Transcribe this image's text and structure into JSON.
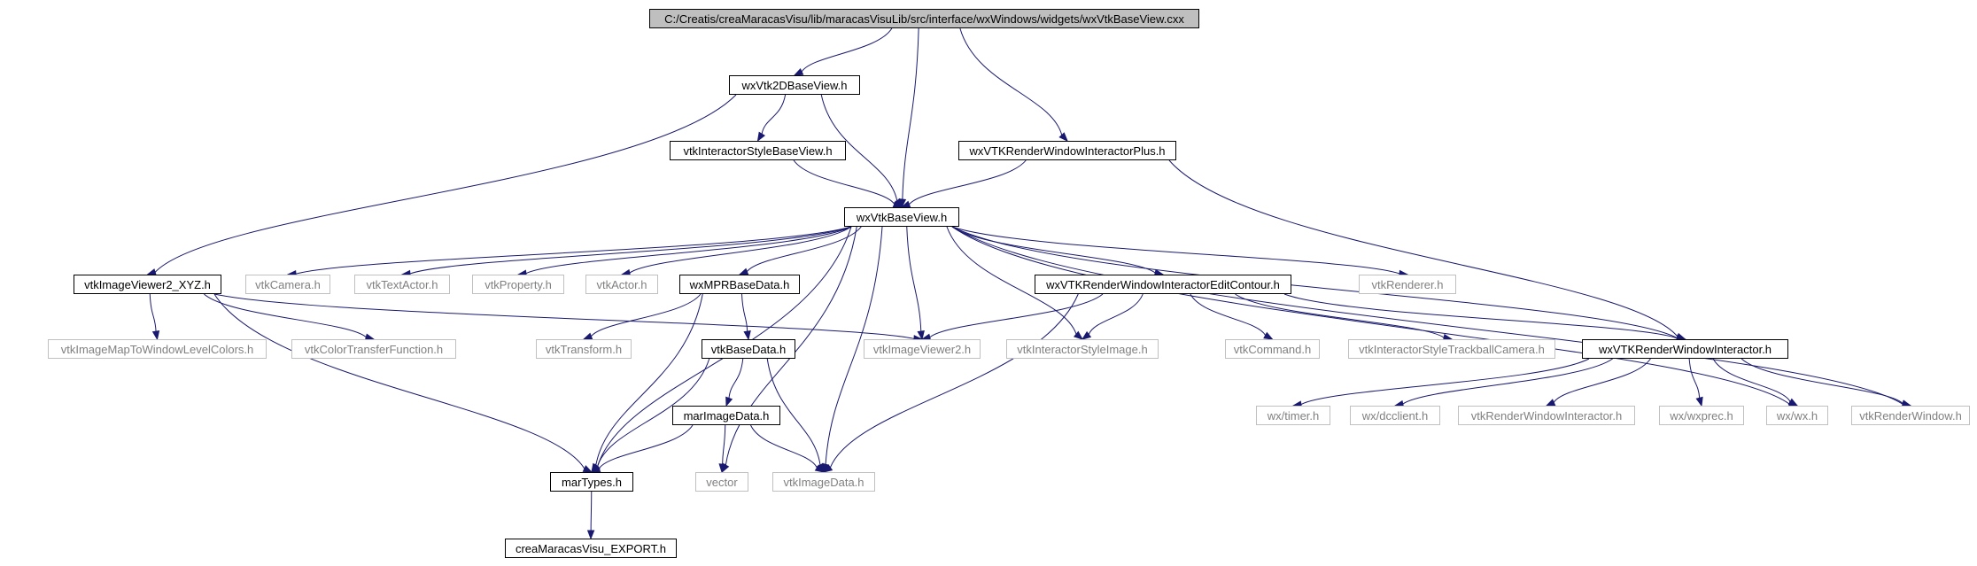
{
  "colors": {
    "edge": "#191970",
    "documented_border": "#000000",
    "external_border": "#c0c0c0",
    "external_text": "#808080",
    "root_fill": "#bfbfbf"
  },
  "nodes": {
    "root": {
      "label": "C:/Creatis/creaMaracasVisu/lib/maracasVisuLib/src/interface/wxWindows/widgets/wxVtkBaseView.cxx",
      "kind": "root"
    },
    "wx2d": {
      "label": "wxVtk2DBaseView.h",
      "kind": "doc"
    },
    "isbv": {
      "label": "vtkInteractorStyleBaseView.h",
      "kind": "doc"
    },
    "rwip": {
      "label": "wxVTKRenderWindowInteractorPlus.h",
      "kind": "doc"
    },
    "bv": {
      "label": "wxVtkBaseView.h",
      "kind": "doc"
    },
    "ivxyz": {
      "label": "vtkImageViewer2_XYZ.h",
      "kind": "doc"
    },
    "cam": {
      "label": "vtkCamera.h",
      "kind": "ext"
    },
    "ta": {
      "label": "vtkTextActor.h",
      "kind": "ext"
    },
    "prop": {
      "label": "vtkProperty.h",
      "kind": "ext"
    },
    "act": {
      "label": "vtkActor.h",
      "kind": "ext"
    },
    "mpr": {
      "label": "wxMPRBaseData.h",
      "kind": "doc"
    },
    "rwiec": {
      "label": "wxVTKRenderWindowInteractorEditContour.h",
      "kind": "doc"
    },
    "ren": {
      "label": "vtkRenderer.h",
      "kind": "ext"
    },
    "imtw": {
      "label": "vtkImageMapToWindowLevelColors.h",
      "kind": "ext"
    },
    "ctf": {
      "label": "vtkColorTransferFunction.h",
      "kind": "ext"
    },
    "tr": {
      "label": "vtkTransform.h",
      "kind": "ext"
    },
    "bd": {
      "label": "vtkBaseData.h",
      "kind": "doc"
    },
    "iv2": {
      "label": "vtkImageViewer2.h",
      "kind": "ext"
    },
    "isi": {
      "label": "vtkInteractorStyleImage.h",
      "kind": "ext"
    },
    "cmd": {
      "label": "vtkCommand.h",
      "kind": "ext"
    },
    "istc": {
      "label": "vtkInteractorStyleTrackballCamera.h",
      "kind": "ext"
    },
    "rwi": {
      "label": "wxVTKRenderWindowInteractor.h",
      "kind": "doc"
    },
    "mid": {
      "label": "marImageData.h",
      "kind": "doc"
    },
    "timer": {
      "label": "wx/timer.h",
      "kind": "ext"
    },
    "dcc": {
      "label": "wx/dcclient.h",
      "kind": "ext"
    },
    "vrwi": {
      "label": "vtkRenderWindowInteractor.h",
      "kind": "ext"
    },
    "wxp": {
      "label": "wx/wxprec.h",
      "kind": "ext"
    },
    "wxh": {
      "label": "wx/wx.h",
      "kind": "ext"
    },
    "rw": {
      "label": "vtkRenderWindow.h",
      "kind": "ext"
    },
    "mt": {
      "label": "marTypes.h",
      "kind": "doc"
    },
    "vec": {
      "label": "vector",
      "kind": "ext"
    },
    "id": {
      "label": "vtkImageData.h",
      "kind": "ext"
    },
    "exp": {
      "label": "creaMaracasVisu_EXPORT.h",
      "kind": "doc"
    }
  },
  "edges": [
    [
      "root",
      "wx2d"
    ],
    [
      "root",
      "bv"
    ],
    [
      "root",
      "rwip"
    ],
    [
      "wx2d",
      "isbv"
    ],
    [
      "wx2d",
      "bv"
    ],
    [
      "wx2d",
      "ivxyz"
    ],
    [
      "isbv",
      "bv"
    ],
    [
      "rwip",
      "bv"
    ],
    [
      "rwip",
      "rwi"
    ],
    [
      "bv",
      "cam"
    ],
    [
      "bv",
      "ta"
    ],
    [
      "bv",
      "prop"
    ],
    [
      "bv",
      "act"
    ],
    [
      "bv",
      "mpr"
    ],
    [
      "bv",
      "rwiec"
    ],
    [
      "bv",
      "ren"
    ],
    [
      "bv",
      "iv2"
    ],
    [
      "bv",
      "isi"
    ],
    [
      "bv",
      "rwi"
    ],
    [
      "bv",
      "mt"
    ],
    [
      "bv",
      "vec"
    ],
    [
      "bv",
      "id"
    ],
    [
      "bv",
      "wxh"
    ],
    [
      "bv",
      "rw"
    ],
    [
      "ivxyz",
      "imtw"
    ],
    [
      "ivxyz",
      "ctf"
    ],
    [
      "ivxyz",
      "iv2"
    ],
    [
      "ivxyz",
      "mt"
    ],
    [
      "mpr",
      "tr"
    ],
    [
      "mpr",
      "bd"
    ],
    [
      "mpr",
      "mt"
    ],
    [
      "rwiec",
      "iv2"
    ],
    [
      "rwiec",
      "isi"
    ],
    [
      "rwiec",
      "cmd"
    ],
    [
      "rwiec",
      "istc"
    ],
    [
      "rwiec",
      "rwi"
    ],
    [
      "rwiec",
      "id"
    ],
    [
      "bd",
      "mid"
    ],
    [
      "bd",
      "mt"
    ],
    [
      "bd",
      "id"
    ],
    [
      "mid",
      "mt"
    ],
    [
      "mid",
      "vec"
    ],
    [
      "mid",
      "id"
    ],
    [
      "rwi",
      "timer"
    ],
    [
      "rwi",
      "dcc"
    ],
    [
      "rwi",
      "vrwi"
    ],
    [
      "rwi",
      "wxp"
    ],
    [
      "rwi",
      "wxh"
    ],
    [
      "rwi",
      "rw"
    ],
    [
      "mt",
      "exp"
    ]
  ]
}
